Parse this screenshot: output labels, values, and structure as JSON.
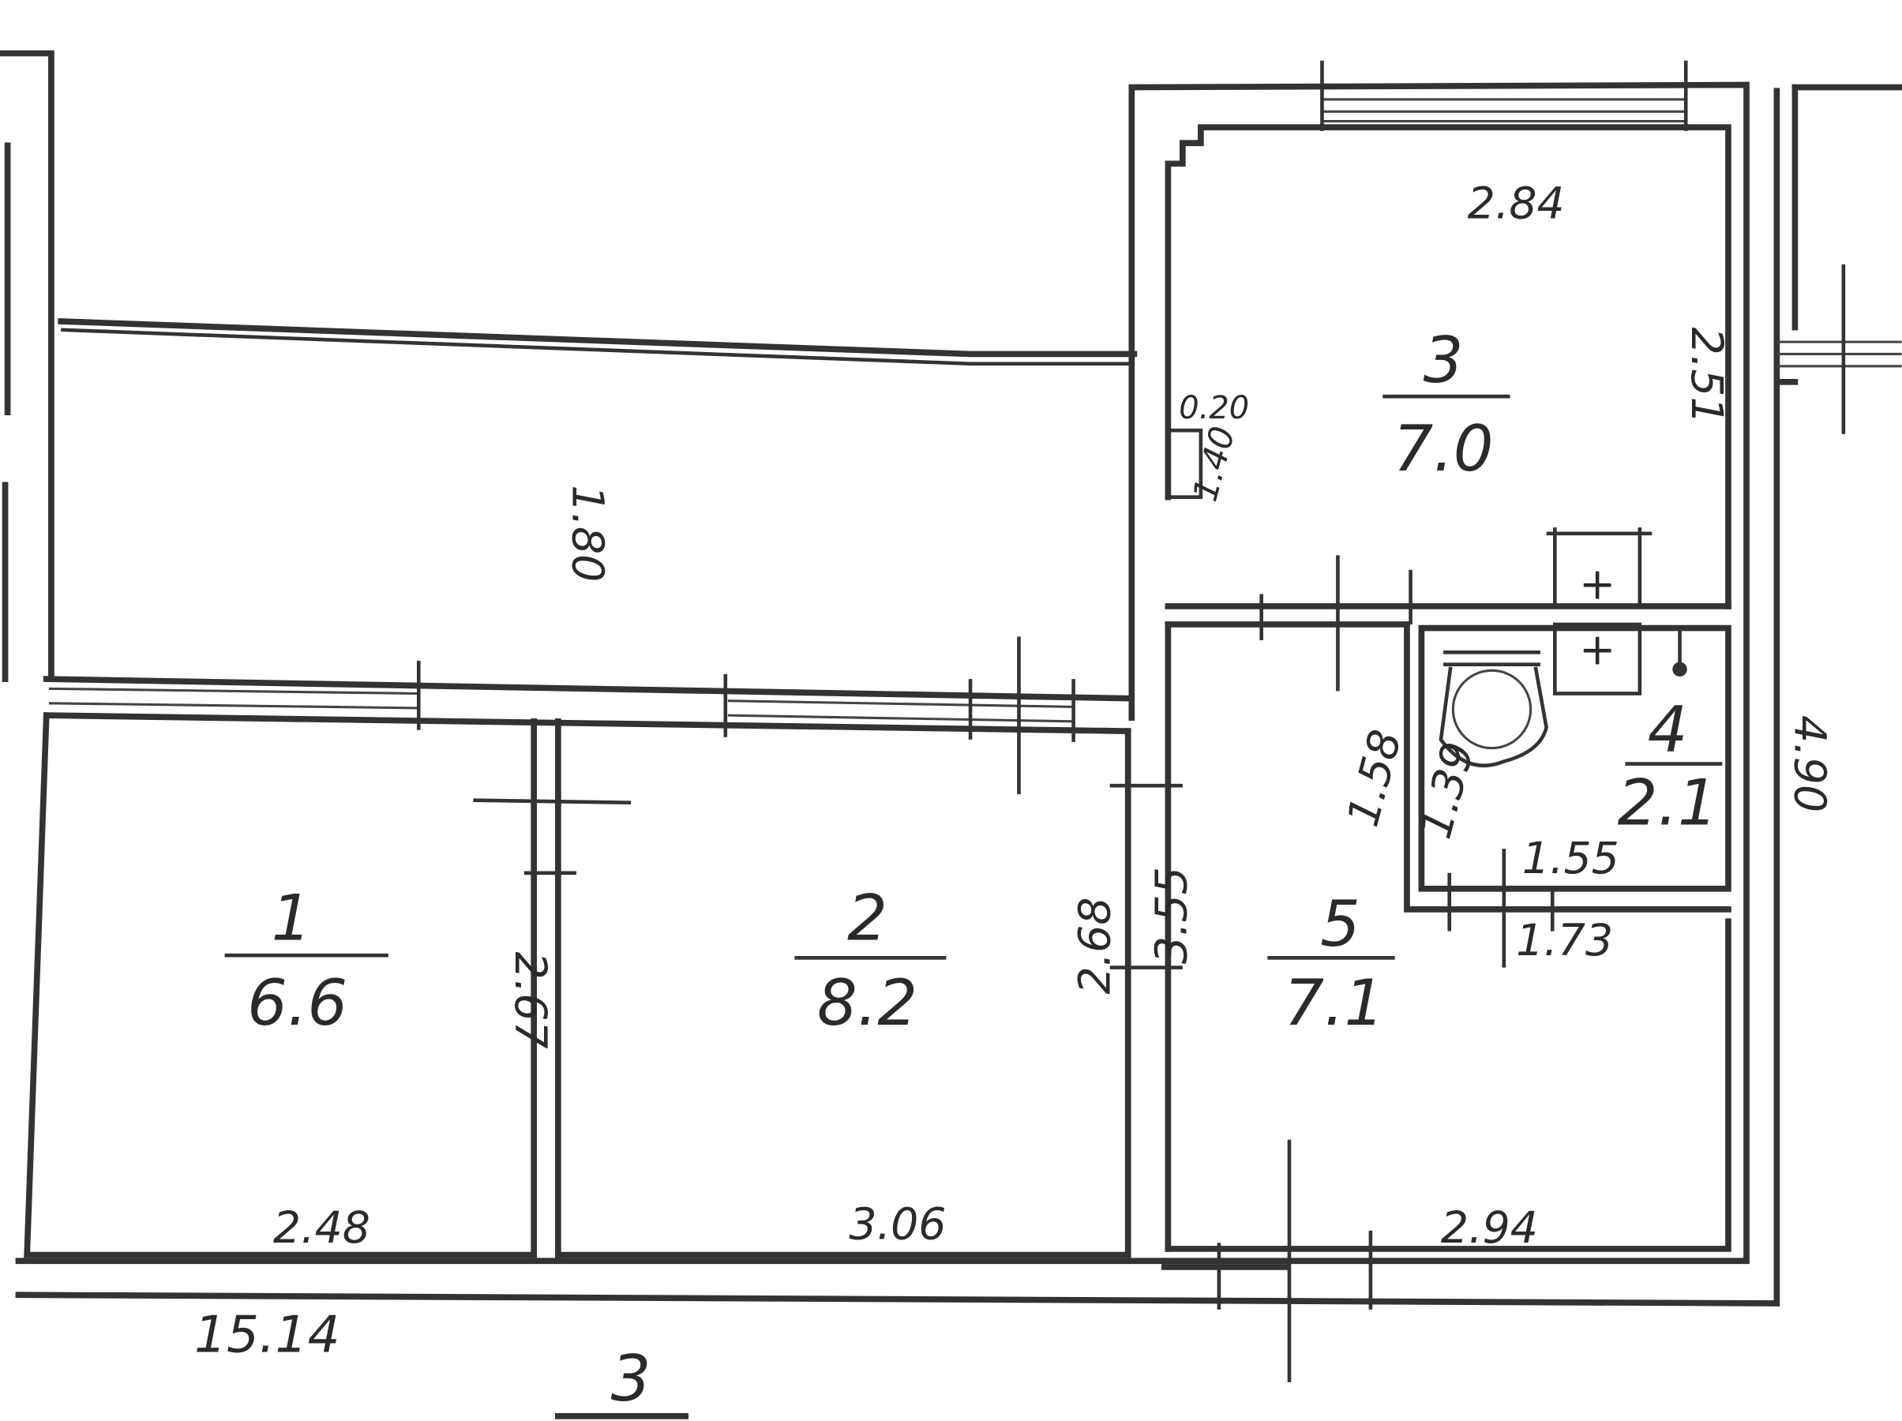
{
  "rooms": [
    {
      "number": "1",
      "area": "6.6"
    },
    {
      "number": "2",
      "area": "8.2"
    },
    {
      "number": "3",
      "area": "7.0"
    },
    {
      "number": "4",
      "area": "2.1"
    },
    {
      "number": "5",
      "area": "7.1"
    }
  ],
  "dimensions": {
    "room3_width": "2.84",
    "room3_depth": "2.51",
    "niche_depth": "0.20",
    "niche_width": "1.40",
    "corridor_width": "1.80",
    "room1_depth": "2.67",
    "room2_depth": "2.68",
    "room5_depth": "3.55",
    "bath_outer": "1.58",
    "bath_inner": "1.39",
    "bath_width": "1.55",
    "bath_outer_width": "1.73",
    "right_total": "4.90",
    "room1_width": "2.48",
    "room2_width": "3.06",
    "room5_width": "2.94",
    "total_length": "15.14"
  },
  "floor_label": "3",
  "colors": {
    "ink": "#333333",
    "paper": "#ffffff"
  }
}
